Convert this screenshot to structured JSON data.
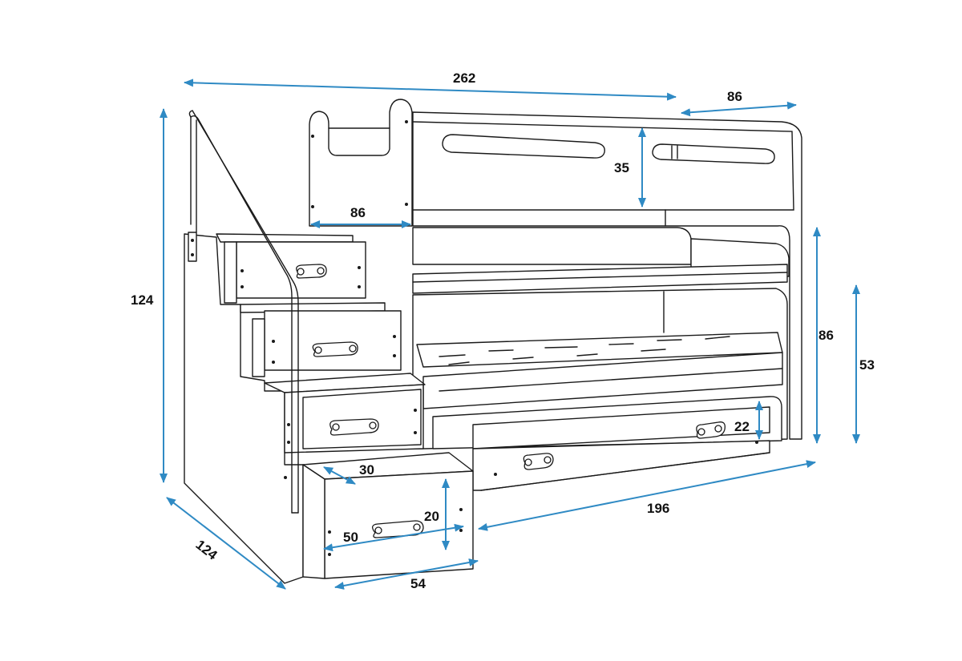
{
  "dimensions": {
    "overall_length": "262",
    "top_bed_width": "86",
    "overall_height": "124",
    "stair_depth": "124",
    "top_rail_height": "35",
    "stair_landing": "86",
    "lower_bed_height": "86",
    "lower_bed_inner_height": "53",
    "drawer_height": "22",
    "lower_bed_length": "196",
    "step_depth": "30",
    "bottom_step_height": "20",
    "bottom_step_inner_width": "50",
    "bottom_step_width": "54"
  },
  "colors": {
    "dimension_arrow": "#2f8ac4",
    "outline": "#1a1a1a",
    "background": "#ffffff"
  }
}
